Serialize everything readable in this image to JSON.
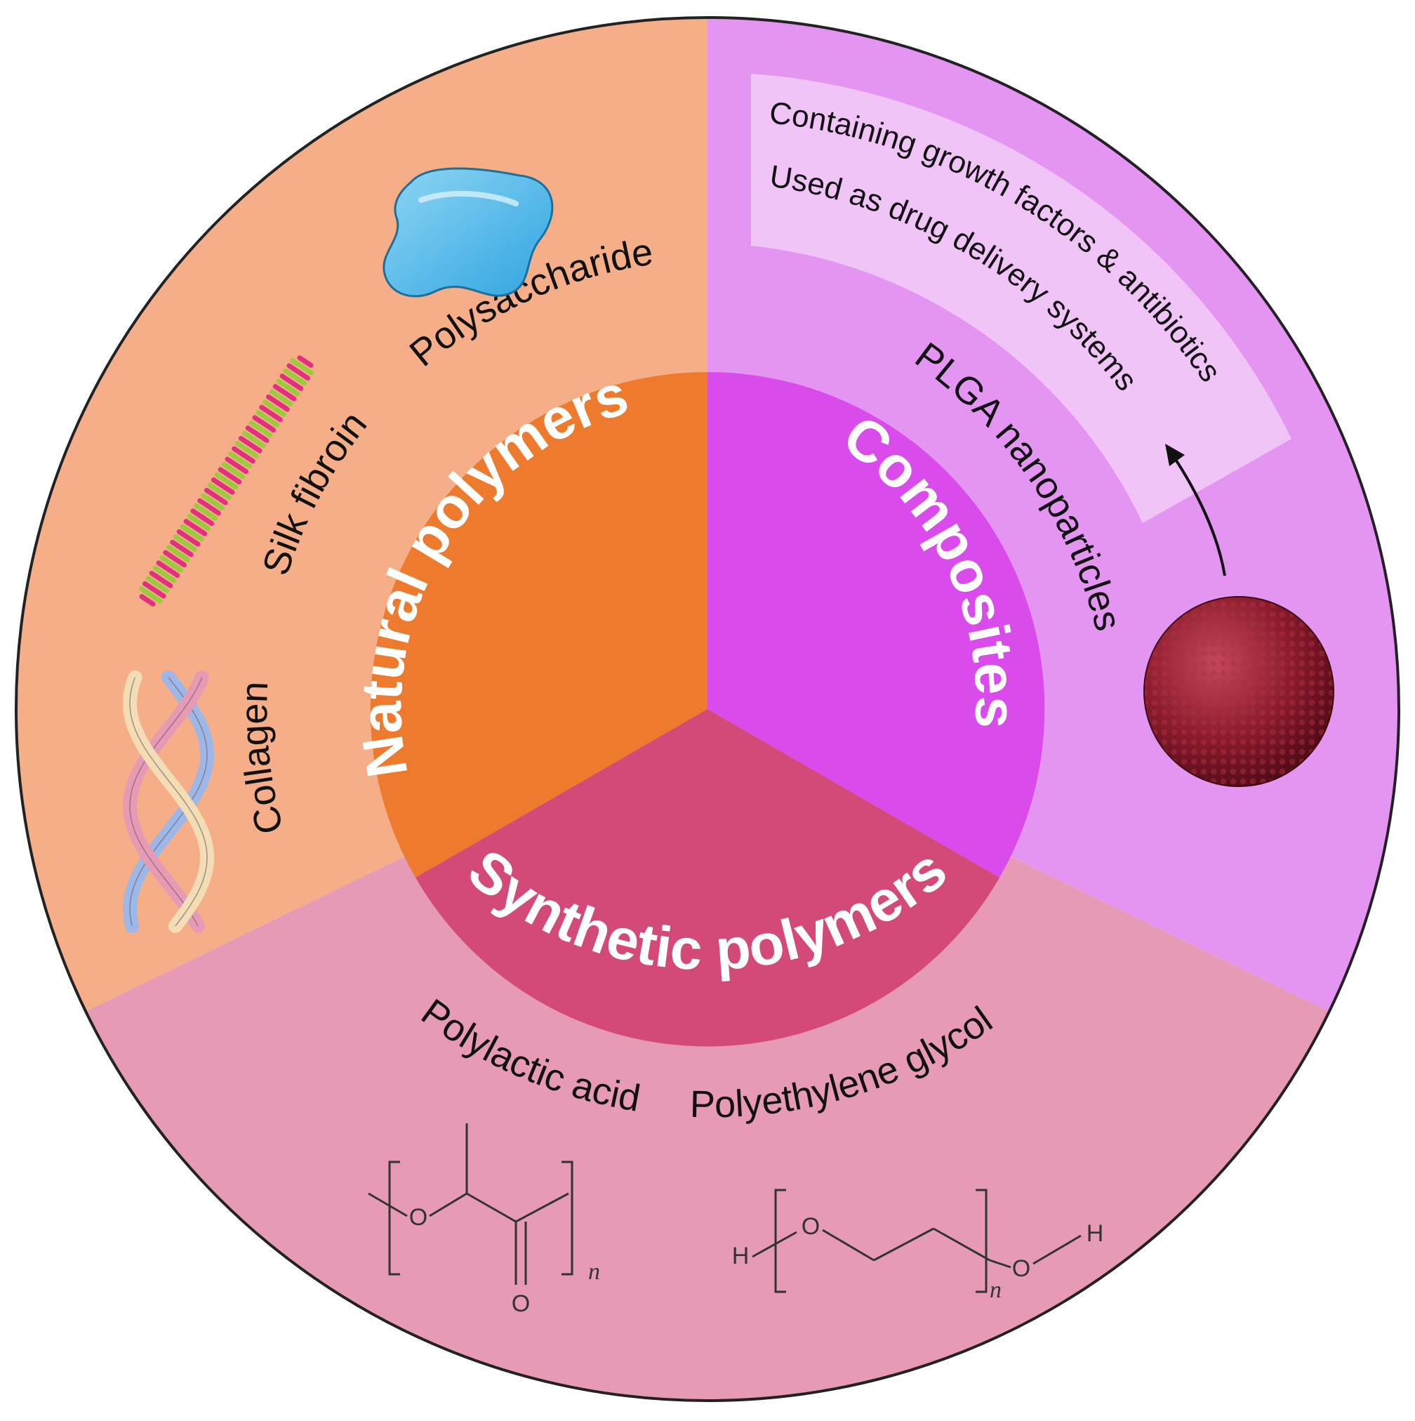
{
  "colors": {
    "natural_outer": "#F6AE88",
    "natural_inner": "#EE7A2E",
    "composites_outer": "#E495F2",
    "composites_inner": "#D94BEA",
    "synthetic_outer": "#E79AB6",
    "synthetic_inner": "#D34A78",
    "textbox": "#F2C9F7",
    "outline": "#222222"
  },
  "sectors": {
    "natural": {
      "title": "Natural polymers",
      "items": [
        "Polysaccharide",
        "Silk fibroin",
        "Collagen"
      ]
    },
    "composites": {
      "title": "Composites",
      "item": "PLGA nanoparticles",
      "box_lines": [
        "Containing growth factors & antibiotics",
        "Used as drug delivery systems"
      ]
    },
    "synthetic": {
      "title": "Synthetic polymers",
      "items": [
        "Polylactic acid",
        "Polyethylene glycol"
      ]
    }
  },
  "icons": {
    "polysaccharide": "polysaccharide-blob-icon",
    "silk": "silk-fibroin-helix-icon",
    "collagen": "collagen-triple-helix-icon",
    "nanoparticle": "plga-nanoparticle-sphere-icon"
  },
  "chem": {
    "pla": {
      "oxygen": "O",
      "carbonyl_oxygen": "O",
      "repeat": "n"
    },
    "peg": {
      "h_left": "H",
      "oxygen": "O",
      "repeat": "n",
      "end_oxygen": "O",
      "h_right": "H"
    }
  }
}
